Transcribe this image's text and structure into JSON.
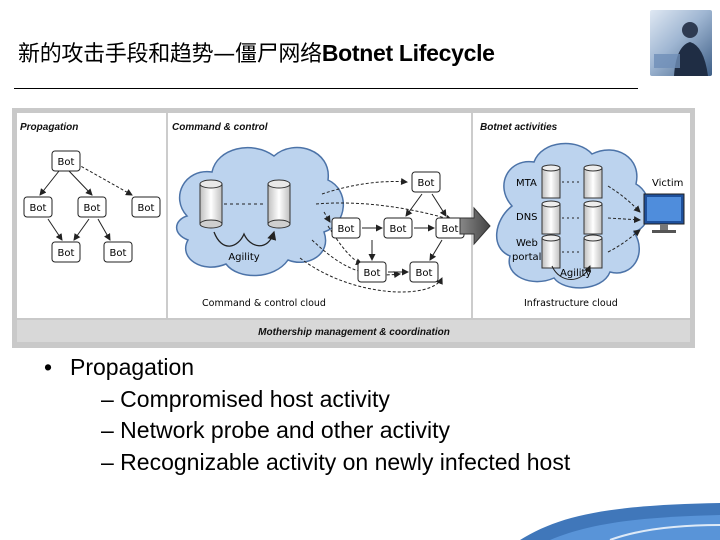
{
  "slide": {
    "title_cn": "新的攻击手段和趋势—僵尸网络",
    "title_en": "Botnet Lifecycle"
  },
  "diagram": {
    "panels": {
      "propagation": "Propagation",
      "command_control": "Command & control",
      "botnet_activities": "Botnet activities"
    },
    "nodes": {
      "bot": "Bot",
      "agility": "Agility",
      "mta": "MTA",
      "dns": "DNS",
      "web": "Web",
      "portal": "portal",
      "victim": "Victim"
    },
    "captions": {
      "cc_cloud": "Command & control cloud",
      "infra_cloud": "Infrastructure cloud",
      "mothership": "Mothership management & coordination"
    }
  },
  "bullets": [
    {
      "level": 1,
      "text": "Propagation"
    },
    {
      "level": 2,
      "text": "– Compromised host activity"
    },
    {
      "level": 2,
      "text": "– Network probe and other activity"
    },
    {
      "level": 2,
      "text": "– Recognizable activity on newly infected host"
    }
  ]
}
